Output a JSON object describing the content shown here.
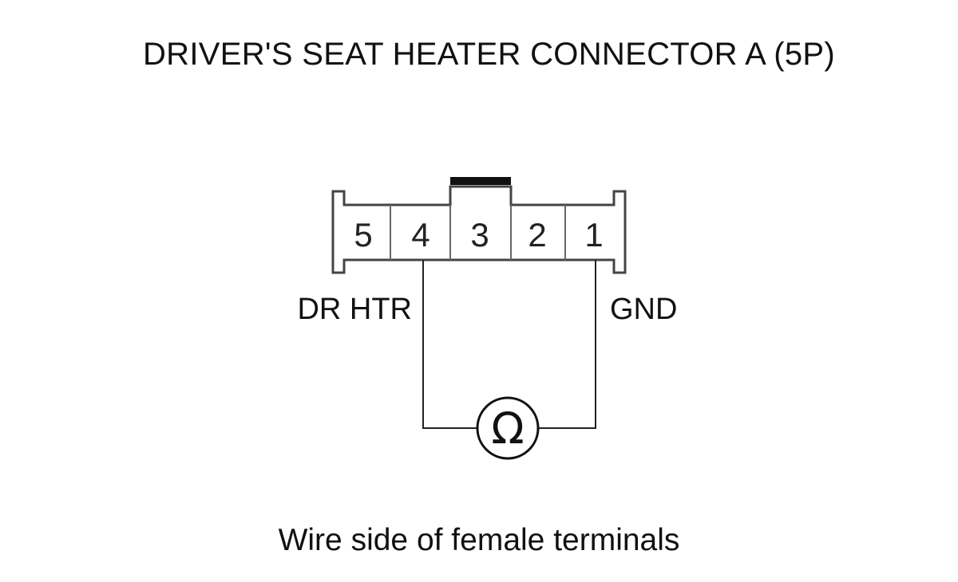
{
  "title": "DRIVER'S SEAT HEATER CONNECTOR A (5P)",
  "connector": {
    "pins": [
      "5",
      "4",
      "3",
      "2",
      "1"
    ]
  },
  "labels": {
    "left_wire": "DR HTR",
    "right_wire": "GND"
  },
  "meter": {
    "symbol": "Ω",
    "icon": "ohmmeter-icon"
  },
  "caption": "Wire side of female terminals"
}
